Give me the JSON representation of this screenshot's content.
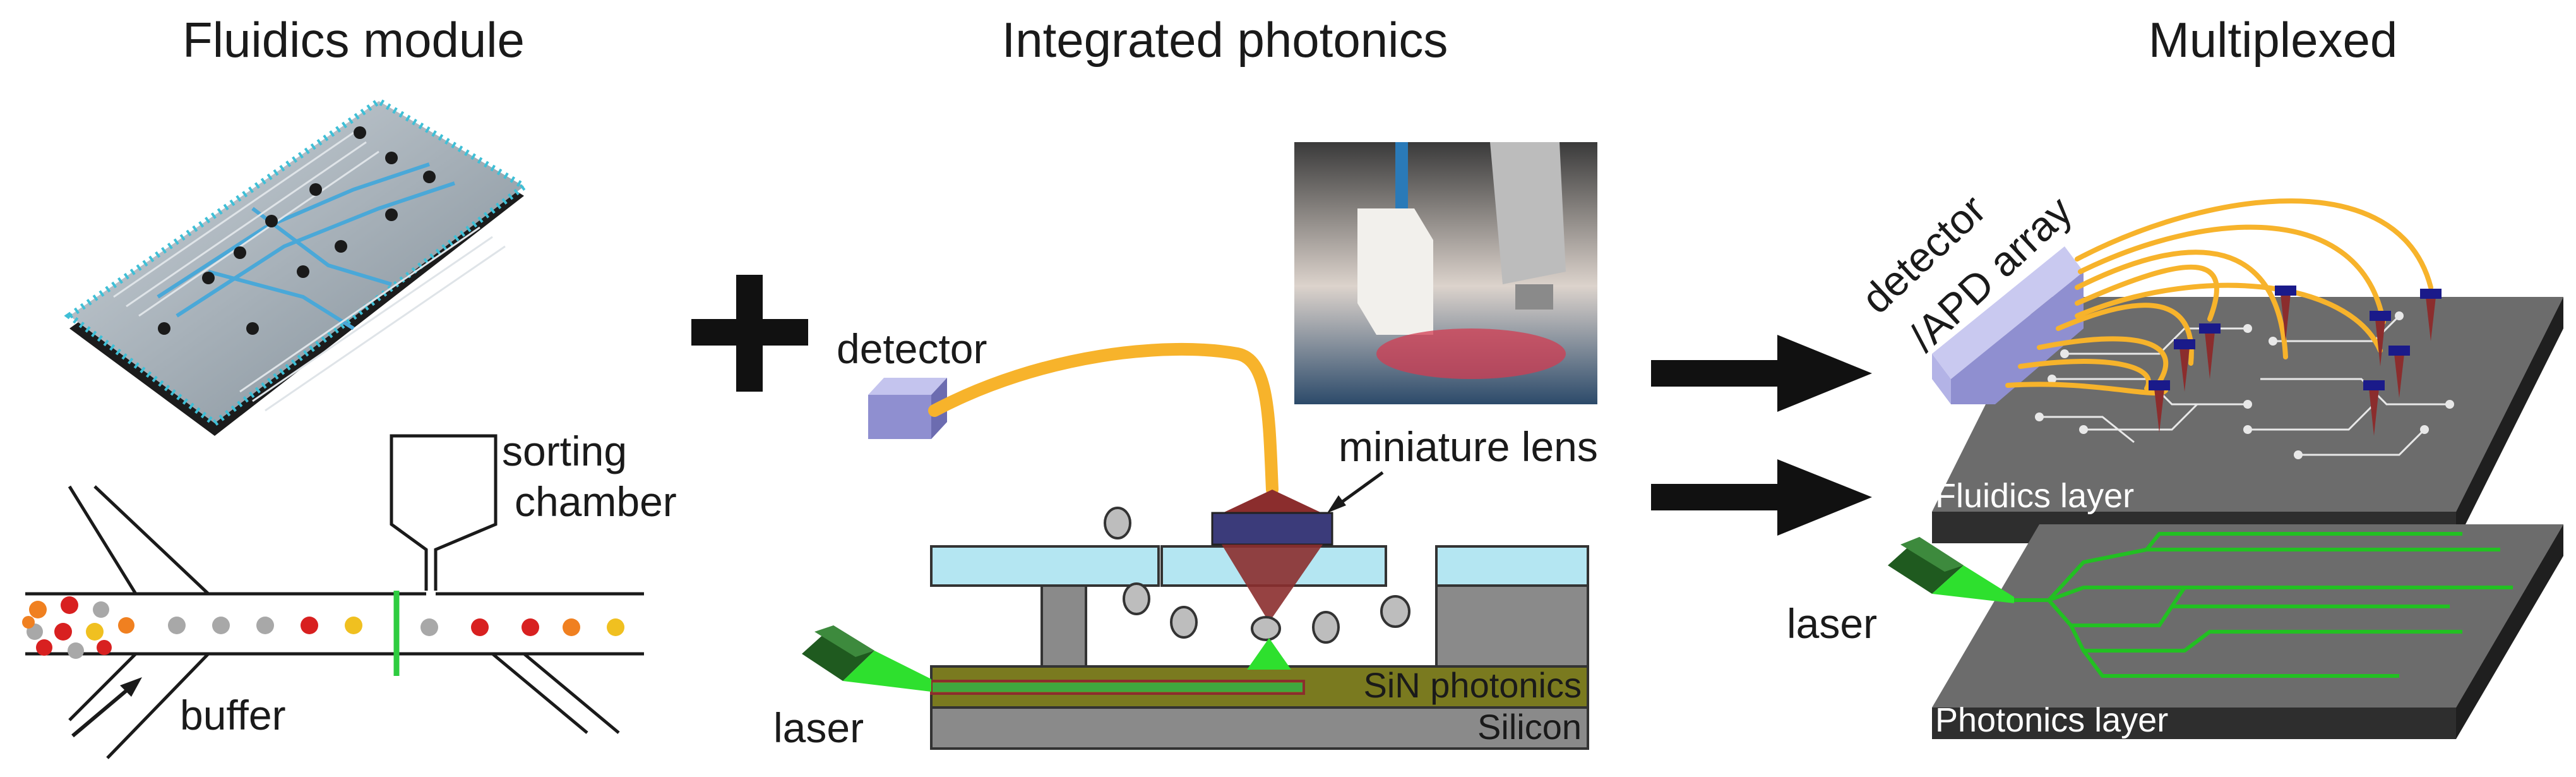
{
  "titles": {
    "fluidics": "Fluidics module",
    "photonics": "Integrated photonics",
    "multiplexed": "Multiplexed"
  },
  "labels": {
    "sorting_chamber_line1": "sorting",
    "sorting_chamber_line2": "chamber",
    "buffer": "buffer",
    "detector": "detector",
    "miniature_lens": "miniature lens",
    "laser_left": "laser",
    "sin_photonics": "SiN photonics",
    "silicon": "Silicon",
    "detector_array_line1": "detector",
    "detector_array_line2": "/APD array",
    "fluidics_layer": "Fluidics layer",
    "photonics_layer": "Photonics layer",
    "laser_right": "laser"
  },
  "colors": {
    "fiber": "#f7b32b",
    "detector": "#9d9dd8",
    "laser_body": "#1f5a1f",
    "laser_beam": "#2ee02e",
    "glass": "#b4e6f2",
    "silicon": "#8a8a8a",
    "sin_layer": "#7a7a1f",
    "lens": "#3b3b7a",
    "cone": "#8b2d2d",
    "layer": "#7d7d7d",
    "waveguide": "#22c022"
  }
}
